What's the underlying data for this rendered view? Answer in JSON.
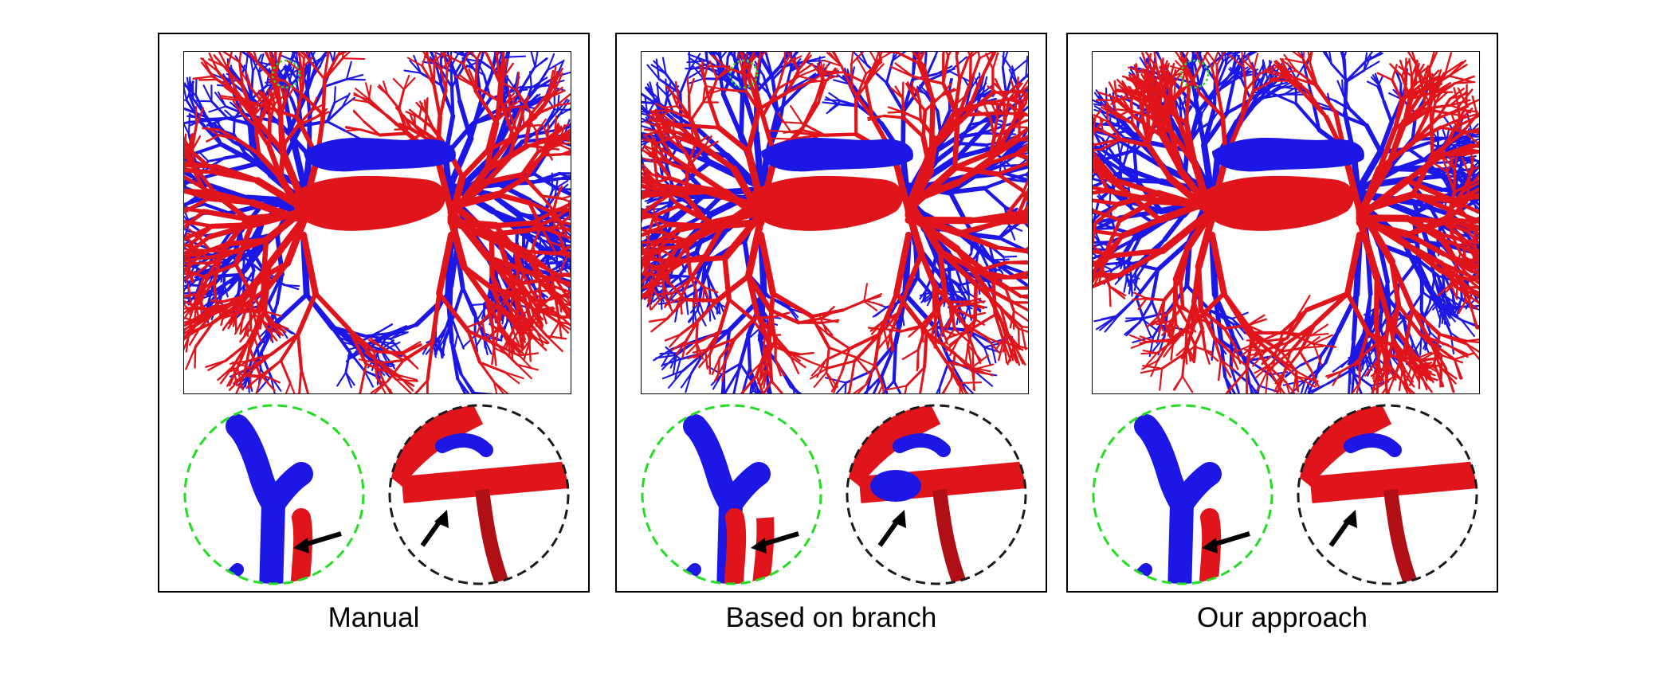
{
  "colors": {
    "artery": "#e0151b",
    "vein": "#1d17e6",
    "highlight_circle": "#22dd22",
    "detail_circle": "#1a1a1a",
    "arrow": "#000000"
  },
  "panels": [
    {
      "id": "manual",
      "caption": "Manual"
    },
    {
      "id": "branch",
      "caption": "Based on branch"
    },
    {
      "id": "ours",
      "caption": "Our approach"
    }
  ]
}
